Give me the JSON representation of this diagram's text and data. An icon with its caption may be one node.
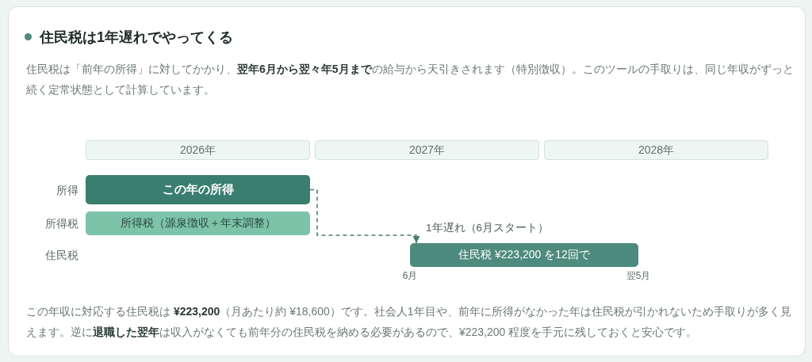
{
  "diagram": {
    "title": "住民税は1年遅れでやってくる",
    "nodes": [
      {
        "text": [
          "2026年"
        ]
      },
      {
        "text": [
          "2027年"
        ]
      },
      {
        "text": [
          "2028年"
        ]
      },
      {
        "text": [
          "この年の所得"
        ]
      },
      {
        "text": [
          "所得税（源泉徴収＋年末調整）"
        ]
      },
      {
        "text": [
          "住民税 ¥223,200 を12回で"
        ],
        "beside": [
          "6月",
          "翌5月"
        ]
      }
    ],
    "edges": [
      {
        "from": 3,
        "to": 5,
        "arrow": "to",
        "style": "dashed",
        "label": "1年遅れ（6月スタート）"
      }
    ],
    "labels": [
      "住民税は「前年の所得」に対してかかり、**翌年6月から翌々年5月まで**の給与から天引きされます（特別徴収）。このツールの手取りは、同じ年収がずっと続く定常状態として計算しています。",
      "所得",
      "所得税",
      "住民税",
      "この年収に対応する住民税は **¥223,200**（月あたり約 ¥18,600）です。社会人1年目や、前年に所得がなかった年は住民税が引かれないため手取りが多く見えます。逆に**退職した翌年**は収入がなくても前年分の住民税を納める必要があるので、¥223,200 程度を手元に残しておくと安心です。"
    ]
  }
}
